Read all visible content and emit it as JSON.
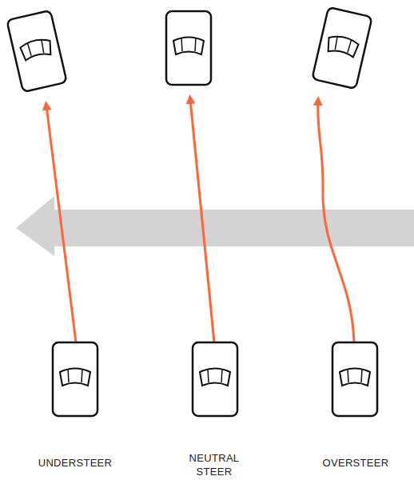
{
  "diagram": {
    "labels": [
      "UNDERSTEER",
      "NEUTRAL STEER",
      "OVERSTEER"
    ]
  }
}
